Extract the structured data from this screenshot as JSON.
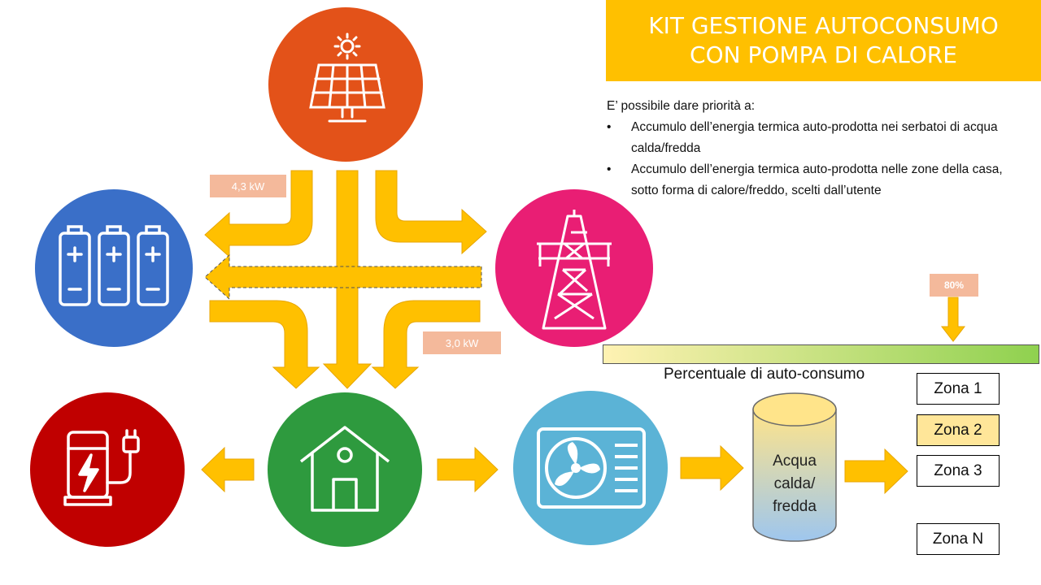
{
  "title": {
    "line1": "KIT GESTIONE AUTOCONSUMO",
    "line2": "CON POMPA DI CALORE"
  },
  "description": {
    "intro": "E’ possibile dare priorità a:",
    "bullets": [
      "Accumulo dell’energia termica auto-prodotta nei serbatoi di acqua calda/fredda",
      "Accumulo dell’energia termica auto-prodotta nelle zone della casa, sotto forma di calore/freddo, scelti dall’utente"
    ]
  },
  "labels": {
    "solar_power": "4,3 kW",
    "house_consumption": "3,0 kW"
  },
  "self_consumption": {
    "percent_label": "80%",
    "value": 0.8,
    "caption": "Percentuale di auto-consumo"
  },
  "tank": {
    "line1": "Acqua",
    "line2": "calda/",
    "line3": "fredda"
  },
  "zones": [
    "Zona 1",
    "Zona 2",
    "Zona 3",
    "Zona N"
  ],
  "selected_zone": "Zona 2",
  "colors": {
    "title_bg": "#ffc000",
    "arrow": "#ffc000",
    "solar": "#e35219",
    "battery": "#3a6fc8",
    "grid": "#e91e74",
    "ev": "#c00000",
    "house": "#2e9a3e",
    "heat_pump": "#5bb3d6",
    "label_bg": "#f4b99b"
  },
  "icons": [
    "solar-panel-icon",
    "battery-icon",
    "power-pylon-icon",
    "ev-charger-icon",
    "house-icon",
    "heat-pump-icon"
  ]
}
